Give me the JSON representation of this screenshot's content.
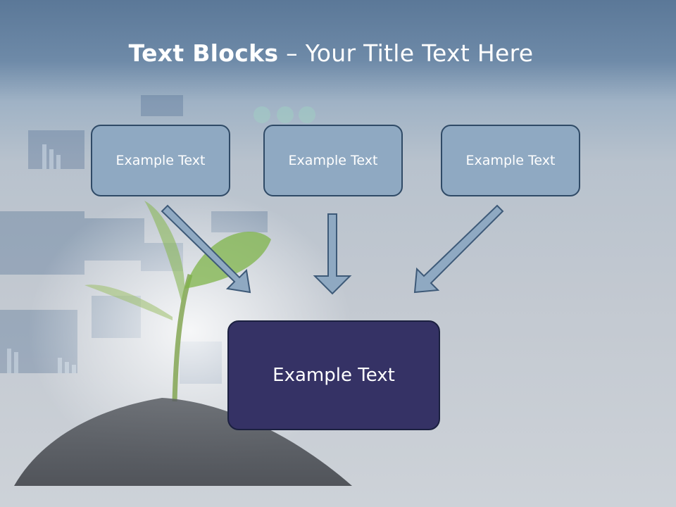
{
  "title": {
    "bold": "Text Blocks",
    "rest": " – Your Title Text Here"
  },
  "blocks": [
    {
      "label": "Example Text"
    },
    {
      "label": "Example Text"
    },
    {
      "label": "Example Text"
    }
  ],
  "main_block": {
    "label": "Example Text"
  },
  "colors": {
    "block_fill": "#8fa9c2",
    "main_fill": "#353265",
    "arrow_fill": "#8fa9c2",
    "header_band": "#5b7898"
  }
}
